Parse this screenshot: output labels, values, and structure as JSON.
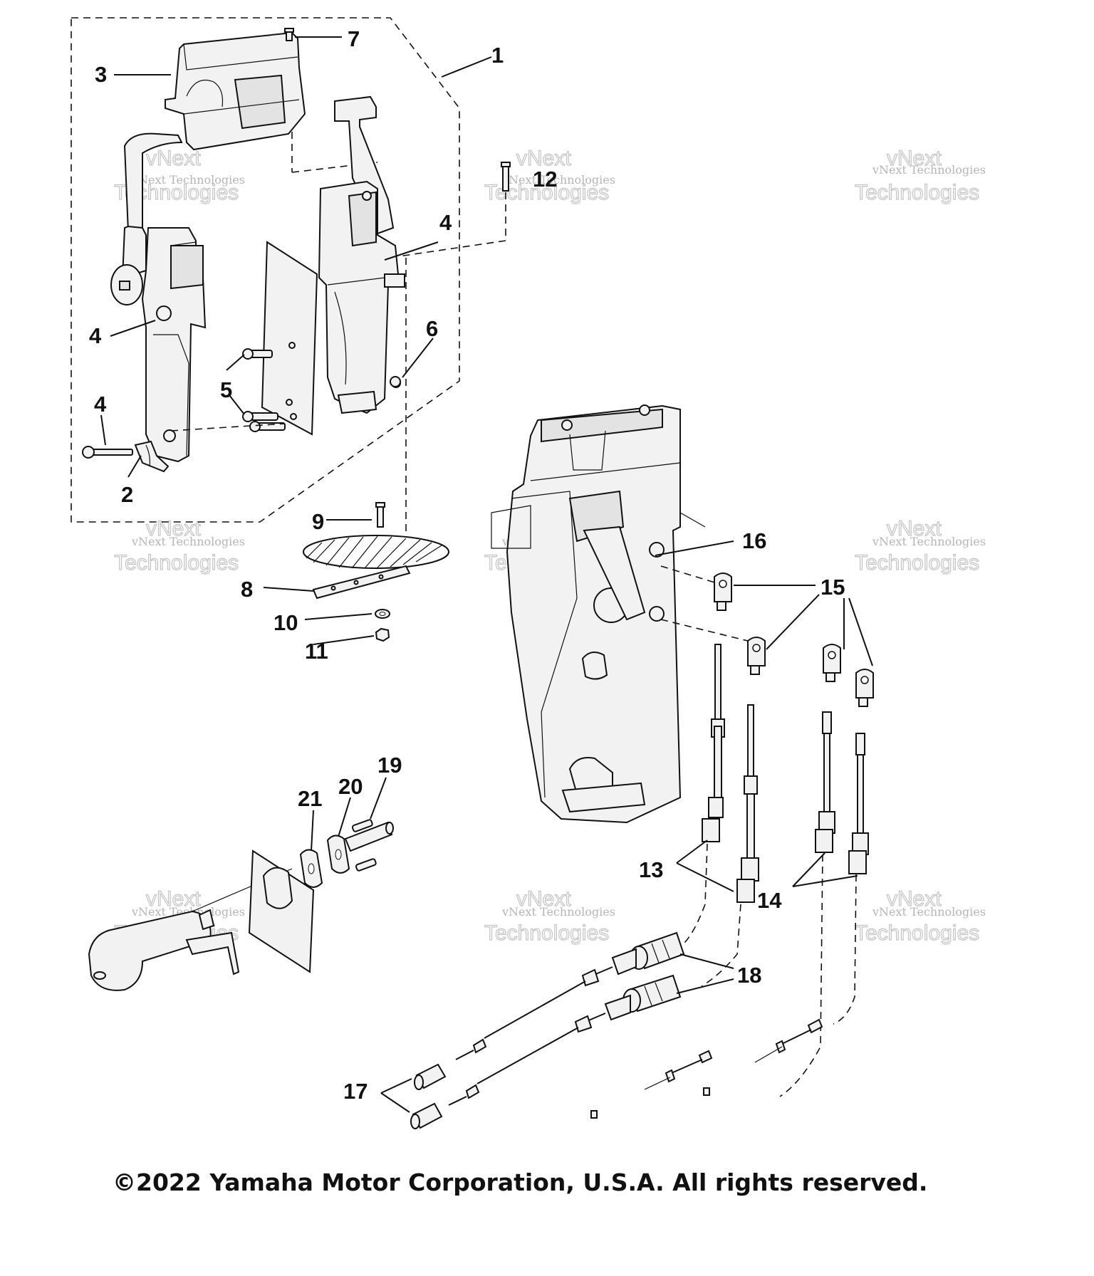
{
  "callouts": {
    "c1": "1",
    "c2": "2",
    "c3": "3",
    "c4a": "4",
    "c4b": "4",
    "c4c": "4",
    "c5": "5",
    "c6": "6",
    "c7": "7",
    "c8": "8",
    "c9": "9",
    "c10": "10",
    "c11": "11",
    "c12": "12",
    "c13": "13",
    "c14": "14",
    "c15": "15",
    "c16": "16",
    "c17": "17",
    "c18": "18",
    "c19": "19",
    "c20": "20",
    "c21": "21"
  },
  "watermark": {
    "line1": "vNext Technologies",
    "line2a": "vNext",
    "line2b": "Technologies"
  },
  "copyright": "©2022 Yamaha Motor Corporation, U.S.A. All rights reserved."
}
